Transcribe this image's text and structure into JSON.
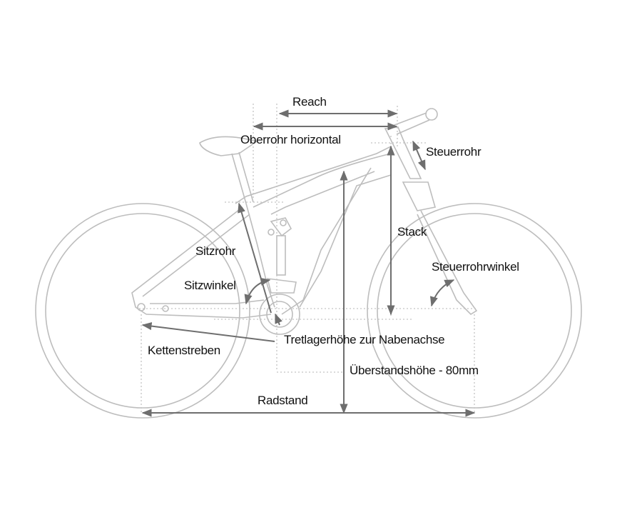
{
  "labels": {
    "reach": "Reach",
    "top_tube_horizontal": "Oberrohr horizontal",
    "head_tube": "Steuerrohr",
    "stack": "Stack",
    "seat_tube": "Sitzrohr",
    "head_tube_angle": "Steuerrohrwinkel",
    "seat_angle": "Sitzwinkel",
    "bb_height": "Tretlagerhöhe zur Nabenachse",
    "chainstays": "Kettenstreben",
    "standover": "Überstandshöhe - 80mm",
    "wheelbase": "Radstand"
  },
  "colors": {
    "dimension": "#6e6e6e",
    "bike_outline": "#bdbdbd",
    "text": "#111111"
  }
}
